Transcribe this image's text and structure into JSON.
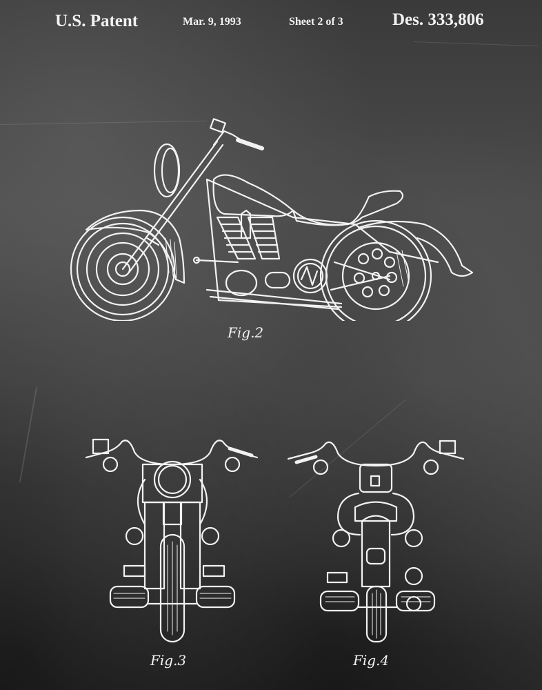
{
  "header": {
    "title": "U.S. Patent",
    "date": "Mar. 9, 1993",
    "sheet": "Sheet 2 of 3",
    "patent_number": "Des. 333,806"
  },
  "figures": [
    {
      "id": "fig2",
      "label": "Fig.2",
      "description": "Side view of motorcycle"
    },
    {
      "id": "fig3",
      "label": "Fig.3",
      "description": "Front view of motorcycle"
    },
    {
      "id": "fig4",
      "label": "Fig.4",
      "description": "Rear view of motorcycle"
    }
  ],
  "colors": {
    "background": "#454545",
    "linework": "#f2f2f2"
  }
}
